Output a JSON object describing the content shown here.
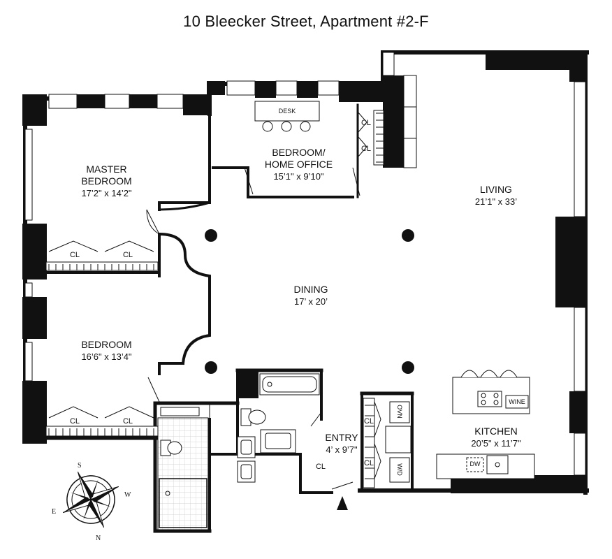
{
  "title": "10 Bleecker Street, Apartment #2-F",
  "rooms": {
    "master_bedroom": {
      "name_line1": "MASTER",
      "name_line2": "BEDROOM",
      "dims": "17’2\" x 14’2\""
    },
    "bedroom_office": {
      "name_line1": "BEDROOM/",
      "name_line2": "HOME OFFICE",
      "dims": "15’1\" x 9’10\""
    },
    "living": {
      "name": "LIVING",
      "dims": "21’1\" x 33’"
    },
    "dining": {
      "name": "DINING",
      "dims": "17’ x 20’"
    },
    "bedroom": {
      "name": "BEDROOM",
      "dims": "16’6\" x 13’4\""
    },
    "entry": {
      "name": "ENTRY",
      "dims": "4’ x 9’7\""
    },
    "kitchen": {
      "name": "KITCHEN",
      "dims": "20’5\" x 11’7\""
    }
  },
  "fixtures": {
    "desk": "DESK",
    "closet": "CL",
    "wine": "WINE",
    "oven": "OVN",
    "washer_dryer": "W/D",
    "dishwasher": "DW"
  },
  "compass": {
    "north": "N",
    "south": "S",
    "east": "E",
    "west": "W"
  }
}
